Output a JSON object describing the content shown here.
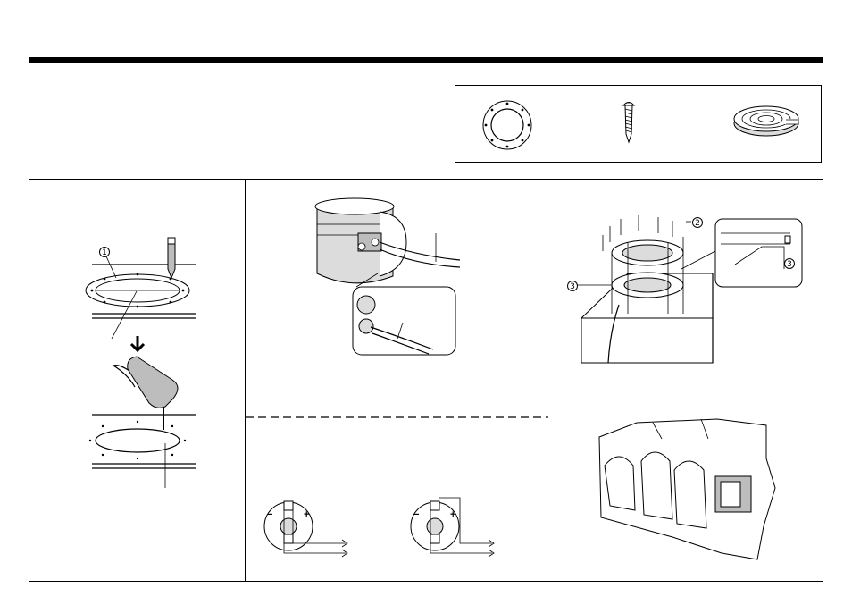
{
  "callouts": {
    "panel1_mark": "1",
    "panel3_screw": "2",
    "panel3_gasket": "3",
    "panel3_detail": "3"
  },
  "terminals": {
    "plus": "+",
    "minus": "−"
  },
  "icons": [
    "gasket-ring-icon",
    "screw-icon",
    "coiled-foam-tape-icon",
    "down-arrow-icon"
  ]
}
